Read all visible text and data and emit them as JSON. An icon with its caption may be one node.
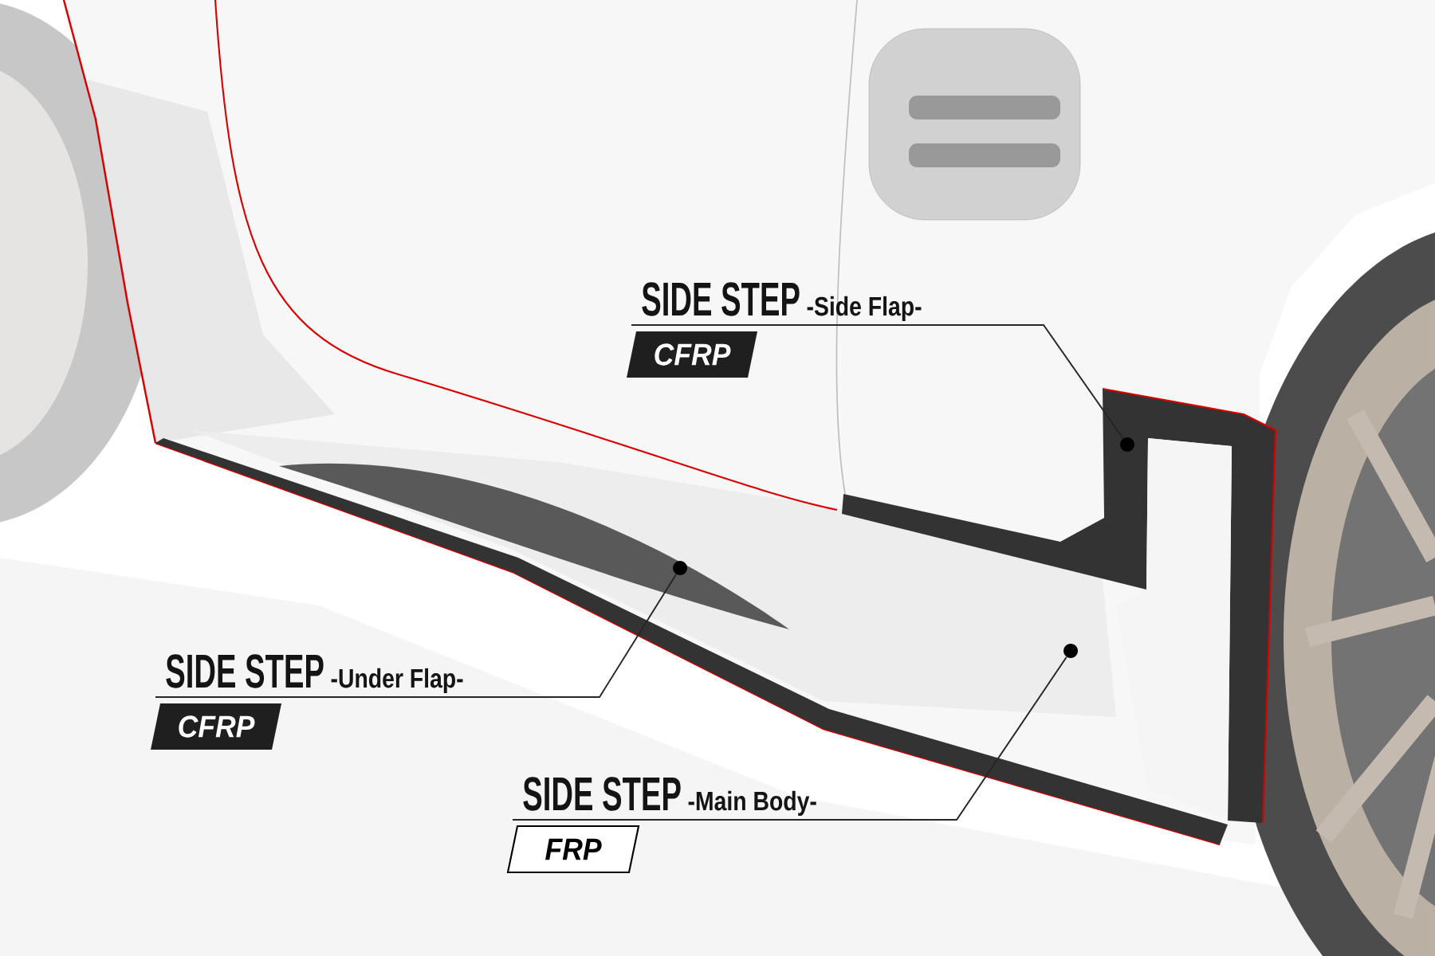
{
  "diagram": {
    "nodes": [
      {
        "text": [
          "SIDE STEP",
          "-Side Flap-",
          "CFRP"
        ]
      },
      {
        "text": [],
        "shape": "circle"
      },
      {
        "text": [
          "SIDE STEP",
          "-Under Flap-",
          "CFRP"
        ]
      },
      {
        "text": [],
        "shape": "circle"
      },
      {
        "text": [
          "SIDE STEP",
          "-Main Body-",
          "FRP"
        ]
      },
      {
        "text": [],
        "shape": "circle"
      }
    ],
    "edges": [
      {
        "from": 0,
        "to": 1,
        "arrow": "none"
      },
      {
        "from": 2,
        "to": 3,
        "arrow": "none"
      },
      {
        "from": 4,
        "to": 5,
        "arrow": "none"
      }
    ]
  }
}
